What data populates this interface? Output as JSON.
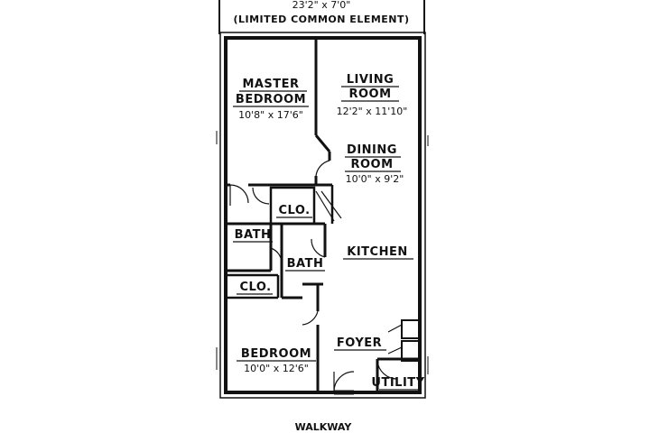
{
  "patio": {
    "dimension": "23'2\" x 7'0\"",
    "label": "(LIMITED COMMON ELEMENT)"
  },
  "rooms": {
    "master_bedroom": {
      "name_line1": "MASTER",
      "name_line2": "BEDROOM",
      "dimension": "10'8\" x 17'6\""
    },
    "living_room": {
      "name_line1": "LIVING",
      "name_line2": "ROOM",
      "dimension": "12'2\" x 11'10\""
    },
    "dining_room": {
      "name_line1": "DINING",
      "name_line2": "ROOM",
      "dimension": "10'0\" x 9'2\""
    },
    "closet_upper": {
      "name": "CLO."
    },
    "bath_1": {
      "name": "BATH"
    },
    "bath_2": {
      "name": "BATH"
    },
    "kitchen": {
      "name": "KITCHEN"
    },
    "closet_lower": {
      "name": "CLO."
    },
    "foyer": {
      "name": "FOYER"
    },
    "bedroom": {
      "name": "BEDROOM",
      "dimension": "10'0\" x 12'6\""
    },
    "utility": {
      "name": "UTILITY"
    }
  },
  "walkway": {
    "label": "WALKWAY"
  }
}
